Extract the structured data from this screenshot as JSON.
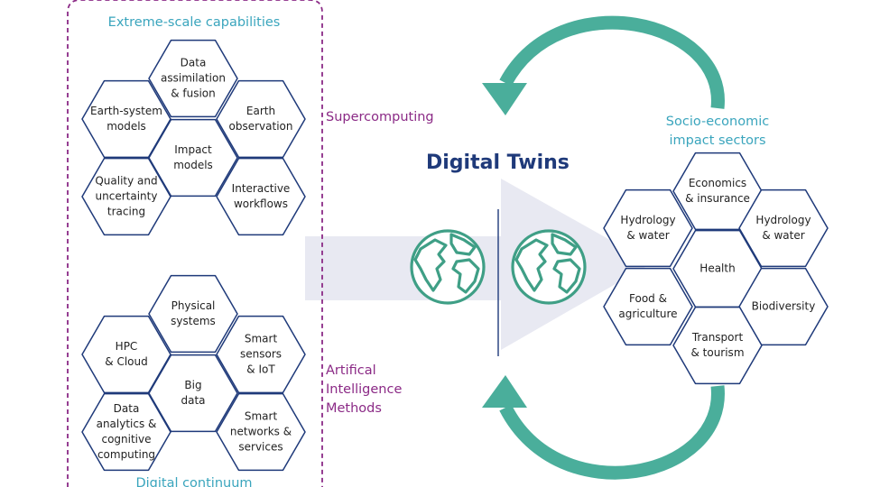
{
  "extreme_scale": {
    "title": "Extreme-scale capabilities",
    "hexes": [
      {
        "id": "data-assimilation",
        "lines": [
          "Data",
          "assimilation",
          "& fusion"
        ]
      },
      {
        "id": "earth-system-models",
        "lines": [
          "Earth-system",
          "models"
        ]
      },
      {
        "id": "earth-observation",
        "lines": [
          "Earth",
          "observation"
        ]
      },
      {
        "id": "impact-models",
        "lines": [
          "Impact",
          "models"
        ]
      },
      {
        "id": "quality-uncertainty",
        "lines": [
          "Quality and",
          "uncertainty",
          "tracing"
        ]
      },
      {
        "id": "interactive-workflows",
        "lines": [
          "Interactive",
          "workflows"
        ]
      }
    ]
  },
  "continuum": {
    "title": "Digital continuum",
    "hexes": [
      {
        "id": "physical-systems",
        "lines": [
          "Physical",
          "systems"
        ]
      },
      {
        "id": "hpc-cloud",
        "lines": [
          "HPC",
          "& Cloud"
        ]
      },
      {
        "id": "smart-sensors",
        "lines": [
          "Smart",
          "sensors",
          "& IoT"
        ]
      },
      {
        "id": "big-data",
        "lines": [
          "Big",
          "data"
        ]
      },
      {
        "id": "data-analytics",
        "lines": [
          "Data",
          "analytics &",
          "cognitive",
          "computing"
        ]
      },
      {
        "id": "smart-networks",
        "lines": [
          "Smart",
          "networks &",
          "services"
        ]
      }
    ]
  },
  "labels": {
    "supercomputing": "Supercomputing",
    "ai_lines": [
      "Artifical",
      "Intelligence",
      "Methods"
    ],
    "digital_twins": "Digital Twins"
  },
  "socio": {
    "title_lines": [
      "Socio-economic",
      "impact sectors"
    ],
    "hexes": [
      {
        "id": "economics",
        "lines": [
          "Economics",
          "& insurance"
        ]
      },
      {
        "id": "hydrology-left",
        "lines": [
          "Hydrology",
          "& water"
        ]
      },
      {
        "id": "hydrology-right",
        "lines": [
          "Hydrology",
          "& water"
        ]
      },
      {
        "id": "health",
        "lines": [
          "Health"
        ]
      },
      {
        "id": "food",
        "lines": [
          "Food &",
          "agriculture"
        ]
      },
      {
        "id": "biodiversity",
        "lines": [
          "Biodiversity"
        ]
      },
      {
        "id": "transport",
        "lines": [
          "Transport",
          "& tourism"
        ]
      }
    ]
  },
  "icons": [
    "globe-icon",
    "cycle-arrow-icon"
  ],
  "colors": {
    "teal": "#3aa5bd",
    "purple": "#8b2a86",
    "navy": "#1f3a7a",
    "hex_stroke": "#1f3a7a",
    "arrow_green": "#4aae9b",
    "globe_green": "#3f9f86",
    "big_arrow_fill": "#e8e9f2"
  }
}
